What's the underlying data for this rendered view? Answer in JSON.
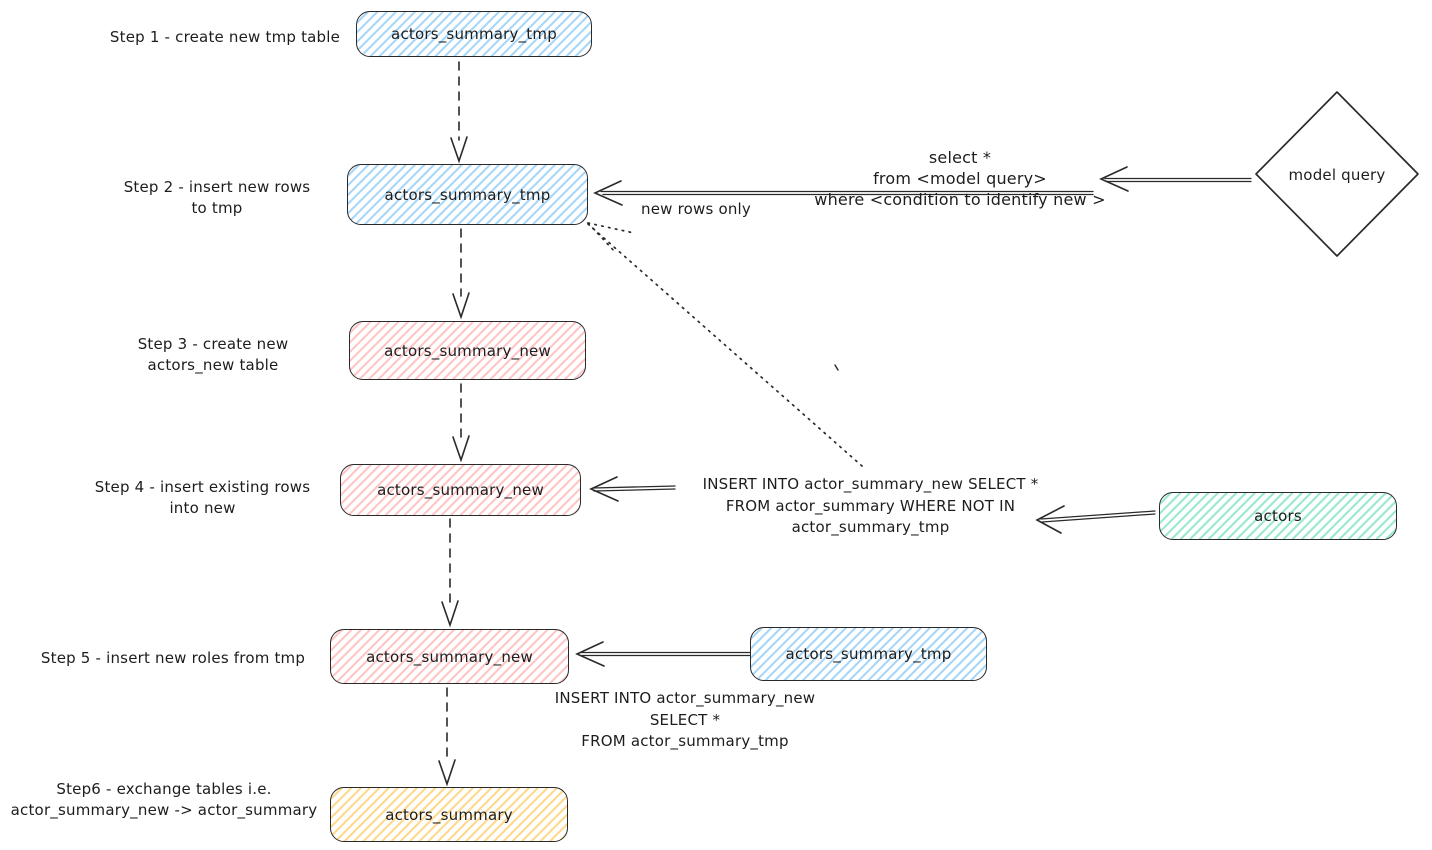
{
  "colors": {
    "stroke": "#2a2a2a",
    "blue_fill": "#a9d7f9",
    "red_fill": "#ffc6c6",
    "green_fill": "#9aead0",
    "yellow_fill": "#ffd98d",
    "background": "#ffffff"
  },
  "steps": [
    {
      "lines": [
        "Step 1 - create new tmp table"
      ],
      "node": "actors_summary_tmp"
    },
    {
      "lines": [
        "Step 2 - insert new rows",
        "to tmp"
      ],
      "node": "actors_summary_tmp"
    },
    {
      "lines": [
        "Step 3 - create new",
        "actors_new table"
      ],
      "node": "actors_summary_new"
    },
    {
      "lines": [
        "Step 4 - insert existing rows",
        "into new"
      ],
      "node": "actors_summary_new"
    },
    {
      "lines": [
        "Step 5 - insert new roles from tmp"
      ],
      "node": "actors_summary_new"
    },
    {
      "lines": [
        "Step6 - exchange tables i.e.",
        "actor_summary_new -> actor_summary"
      ],
      "node": "actors_summary"
    }
  ],
  "side_nodes": {
    "model_query": "model query",
    "actors": "actors",
    "actors_summary_tmp": "actors_summary_tmp"
  },
  "annotations": {
    "query_filter": {
      "lines": [
        "select *",
        "from <model query>",
        "where <condition to identify new >"
      ]
    },
    "new_rows_only": "new rows only",
    "insert_where_not_in": {
      "lines": [
        "INSERT INTO actor_summary_new SELECT *",
        "FROM actor_summary WHERE NOT IN",
        "actor_summary_tmp"
      ]
    },
    "insert_from_tmp": {
      "lines": [
        "INSERT INTO actor_summary_new",
        "SELECT *",
        "FROM actor_summary_tmp"
      ]
    }
  }
}
